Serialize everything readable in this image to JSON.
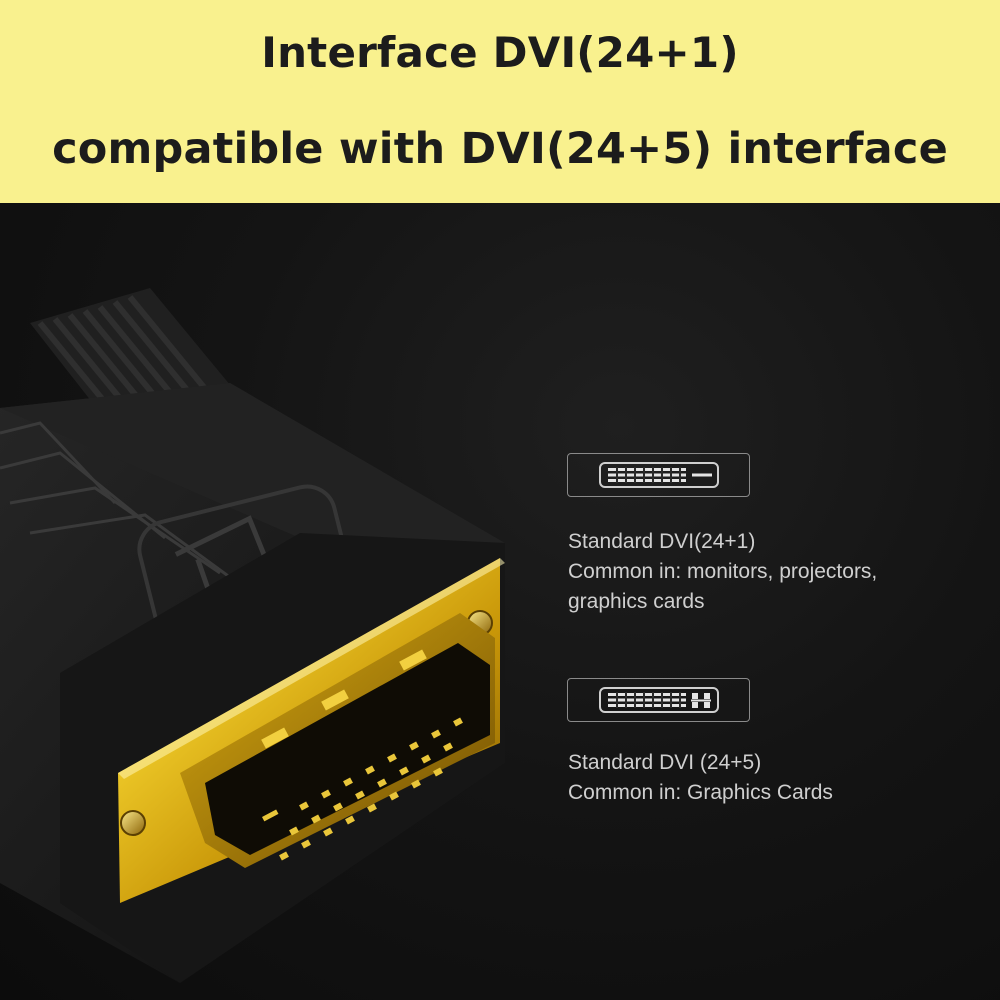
{
  "banner": {
    "line1": "Interface DVI(24+1)",
    "line2": "compatible with DVI(24+5) interface",
    "background_color": "#f9f18e"
  },
  "photo": {
    "subject": "gold-plated-dvi-male-connector",
    "background_color": "#111111",
    "connector_gold_color": "#e7c21a"
  },
  "ports": [
    {
      "icon": "dvi-24-1-port-icon",
      "title": "Standard DVI(24+1)",
      "usage_line1": "Common in: monitors, projectors,",
      "usage_line2": "graphics cards"
    },
    {
      "icon": "dvi-24-5-port-icon",
      "title": "Standard DVI (24+5)",
      "usage_line1": "Common in: Graphics Cards"
    }
  ]
}
